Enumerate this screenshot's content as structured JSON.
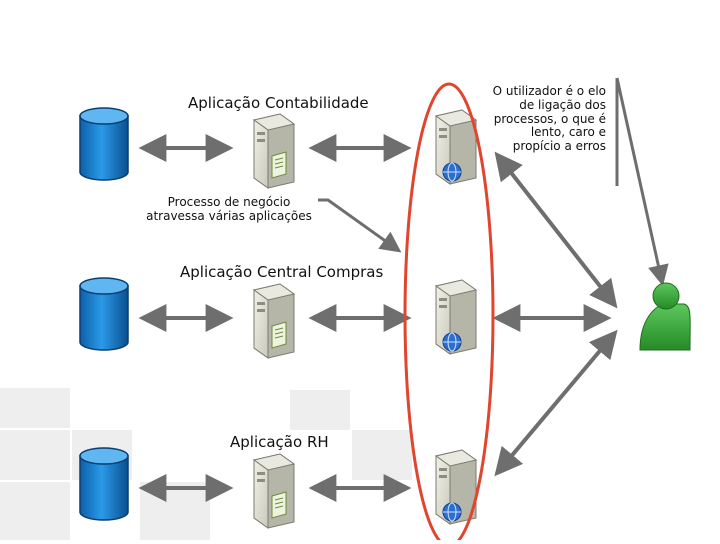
{
  "labels": {
    "app_contabilidade": "Aplicação Contabilidade",
    "app_compras": "Aplicação Central Compras",
    "app_rh": "Aplicação RH",
    "process_note_line1": "Processo de negócio",
    "process_note_line2": "atravessa várias aplicações",
    "user_note_line1": "O utilizador é o elo",
    "user_note_line2": "de ligação dos",
    "user_note_line3": "processos, o que é",
    "user_note_line4": "lento, caro e",
    "user_note_line5": "propício a erros"
  },
  "colors": {
    "database": "#1c86d6",
    "highlight_ellipse": "#e0452e",
    "user": "#3aa43a",
    "arrow": "#6e6e6e"
  },
  "icons": [
    "database-icon",
    "server-icon",
    "user-icon",
    "globe-badge-icon"
  ]
}
